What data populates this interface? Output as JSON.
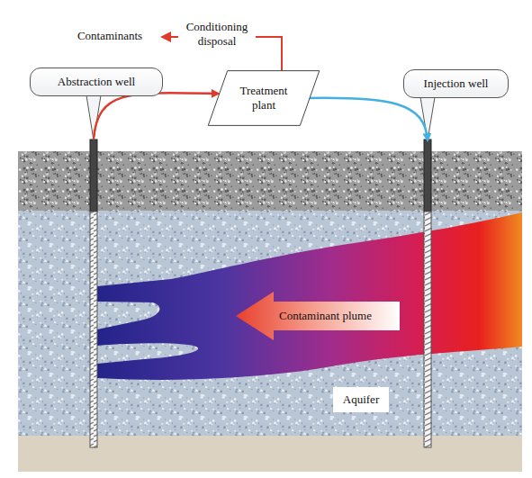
{
  "diagram": {
    "nodes": [
      {
        "text": [
          "Abstraction well"
        ]
      },
      {
        "text": [
          "Treatment plant"
        ]
      },
      {
        "text": [
          "Injection well"
        ]
      },
      {
        "text": [
          "Contaminant plume"
        ]
      },
      {
        "text": [
          "Aquifer"
        ]
      }
    ],
    "edges": [
      {
        "from": 0,
        "to": 1,
        "arrow": "to"
      },
      {
        "from": 1,
        "to": 2,
        "arrow": "to"
      }
    ],
    "labels": [
      "Contaminants",
      "Conditioning disposal"
    ]
  }
}
